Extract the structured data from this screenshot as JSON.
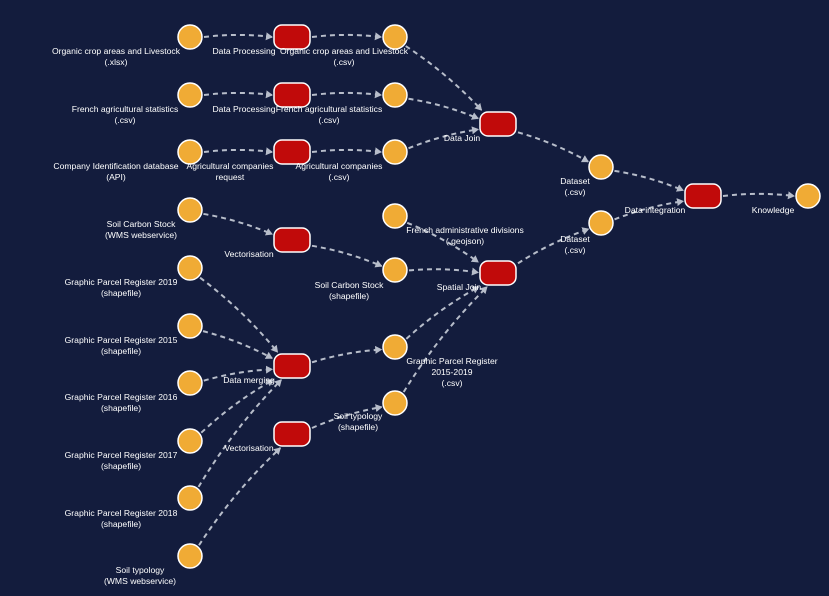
{
  "colors": {
    "background": "#131c3d",
    "data_node": "#f0ab35",
    "process_node": "#c10a0a",
    "edge": "#b7bdca",
    "label": "#ffffff"
  },
  "nodes": [
    {
      "id": "n_org_src",
      "type": "data",
      "lines": [
        "Organic crop areas and Livestock",
        "(.xlsx)"
      ]
    },
    {
      "id": "n_fr_src",
      "type": "data",
      "lines": [
        "French agricultural statistics",
        "(.csv)"
      ]
    },
    {
      "id": "n_comp_src",
      "type": "data",
      "lines": [
        "Company Identification database",
        "(API)"
      ]
    },
    {
      "id": "n_soilc_src",
      "type": "data",
      "lines": [
        "Soil Carbon Stock",
        "(WMS webservice)"
      ]
    },
    {
      "id": "n_gpr2019",
      "type": "data",
      "lines": [
        "Graphic Parcel Register 2019",
        "(shapefile)"
      ]
    },
    {
      "id": "n_gpr2015",
      "type": "data",
      "lines": [
        "Graphic Parcel Register 2015",
        "(shapefile)"
      ]
    },
    {
      "id": "n_gpr2016",
      "type": "data",
      "lines": [
        "Graphic Parcel Register 2016",
        "(shapefile)"
      ]
    },
    {
      "id": "n_gpr2017",
      "type": "data",
      "lines": [
        "Graphic Parcel Register 2017",
        "(shapefile)"
      ]
    },
    {
      "id": "n_gpr2018",
      "type": "data",
      "lines": [
        "Graphic Parcel Register 2018",
        "(shapefile)"
      ]
    },
    {
      "id": "n_soilt_src",
      "type": "data",
      "lines": [
        "Soil typology",
        "(WMS webservice)"
      ]
    },
    {
      "id": "p_dp1",
      "type": "process",
      "lines": [
        "Data Processing"
      ]
    },
    {
      "id": "p_dp2",
      "type": "process",
      "lines": [
        "Data Processing"
      ]
    },
    {
      "id": "p_req",
      "type": "process",
      "lines": [
        "Agricultural companies",
        "request"
      ]
    },
    {
      "id": "p_vec1",
      "type": "process",
      "lines": [
        "Vectorisation"
      ]
    },
    {
      "id": "p_merge",
      "type": "process",
      "lines": [
        "Data merging"
      ]
    },
    {
      "id": "p_vec2",
      "type": "process",
      "lines": [
        "Vectorisation"
      ]
    },
    {
      "id": "n_org_csv",
      "type": "data",
      "lines": [
        "Organic crop areas and Livestock",
        "(.csv)"
      ]
    },
    {
      "id": "n_fr_csv",
      "type": "data",
      "lines": [
        "French agricultural statistics",
        "(.csv)"
      ]
    },
    {
      "id": "n_comp_csv",
      "type": "data",
      "lines": [
        "Agricultural companies",
        "(.csv)"
      ]
    },
    {
      "id": "n_admin",
      "type": "data",
      "lines": [
        "French administrative divisions",
        "(.geojson)"
      ]
    },
    {
      "id": "n_soilc_shp",
      "type": "data",
      "lines": [
        "Soil Carbon Stock",
        "(shapefile)"
      ]
    },
    {
      "id": "n_gpr_csv",
      "type": "data",
      "lines": [
        "Graphic Parcel Register",
        "2015-2019",
        "(.csv)"
      ]
    },
    {
      "id": "n_soilt_shp",
      "type": "data",
      "lines": [
        "Soil typology",
        "(shapefile)"
      ]
    },
    {
      "id": "p_join",
      "type": "process",
      "lines": [
        "Data Join"
      ]
    },
    {
      "id": "p_spatial",
      "type": "process",
      "lines": [
        "Spatial Join"
      ]
    },
    {
      "id": "n_ds1",
      "type": "data",
      "lines": [
        "Dataset",
        "(.csv)"
      ]
    },
    {
      "id": "n_ds2",
      "type": "data",
      "lines": [
        "Dataset",
        "(.csv)"
      ]
    },
    {
      "id": "p_integ",
      "type": "process",
      "lines": [
        "Data integration"
      ]
    },
    {
      "id": "n_know",
      "type": "data",
      "lines": [
        "Knowledge"
      ]
    }
  ],
  "edges": [
    [
      "n_org_src",
      "p_dp1"
    ],
    [
      "p_dp1",
      "n_org_csv"
    ],
    [
      "n_fr_src",
      "p_dp2"
    ],
    [
      "p_dp2",
      "n_fr_csv"
    ],
    [
      "n_comp_src",
      "p_req"
    ],
    [
      "p_req",
      "n_comp_csv"
    ],
    [
      "n_org_csv",
      "p_join"
    ],
    [
      "n_fr_csv",
      "p_join"
    ],
    [
      "n_comp_csv",
      "p_join"
    ],
    [
      "n_soilc_src",
      "p_vec1"
    ],
    [
      "p_vec1",
      "n_soilc_shp"
    ],
    [
      "n_gpr2019",
      "p_merge"
    ],
    [
      "n_gpr2015",
      "p_merge"
    ],
    [
      "n_gpr2016",
      "p_merge"
    ],
    [
      "n_gpr2017",
      "p_merge"
    ],
    [
      "n_gpr2018",
      "p_merge"
    ],
    [
      "p_merge",
      "n_gpr_csv"
    ],
    [
      "n_soilt_src",
      "p_vec2"
    ],
    [
      "p_vec2",
      "n_soilt_shp"
    ],
    [
      "n_admin",
      "p_spatial"
    ],
    [
      "n_soilc_shp",
      "p_spatial"
    ],
    [
      "n_gpr_csv",
      "p_spatial"
    ],
    [
      "n_soilt_shp",
      "p_spatial"
    ],
    [
      "p_join",
      "n_ds1"
    ],
    [
      "p_spatial",
      "n_ds2"
    ],
    [
      "n_ds1",
      "p_integ"
    ],
    [
      "n_ds2",
      "p_integ"
    ],
    [
      "p_integ",
      "n_know"
    ]
  ]
}
